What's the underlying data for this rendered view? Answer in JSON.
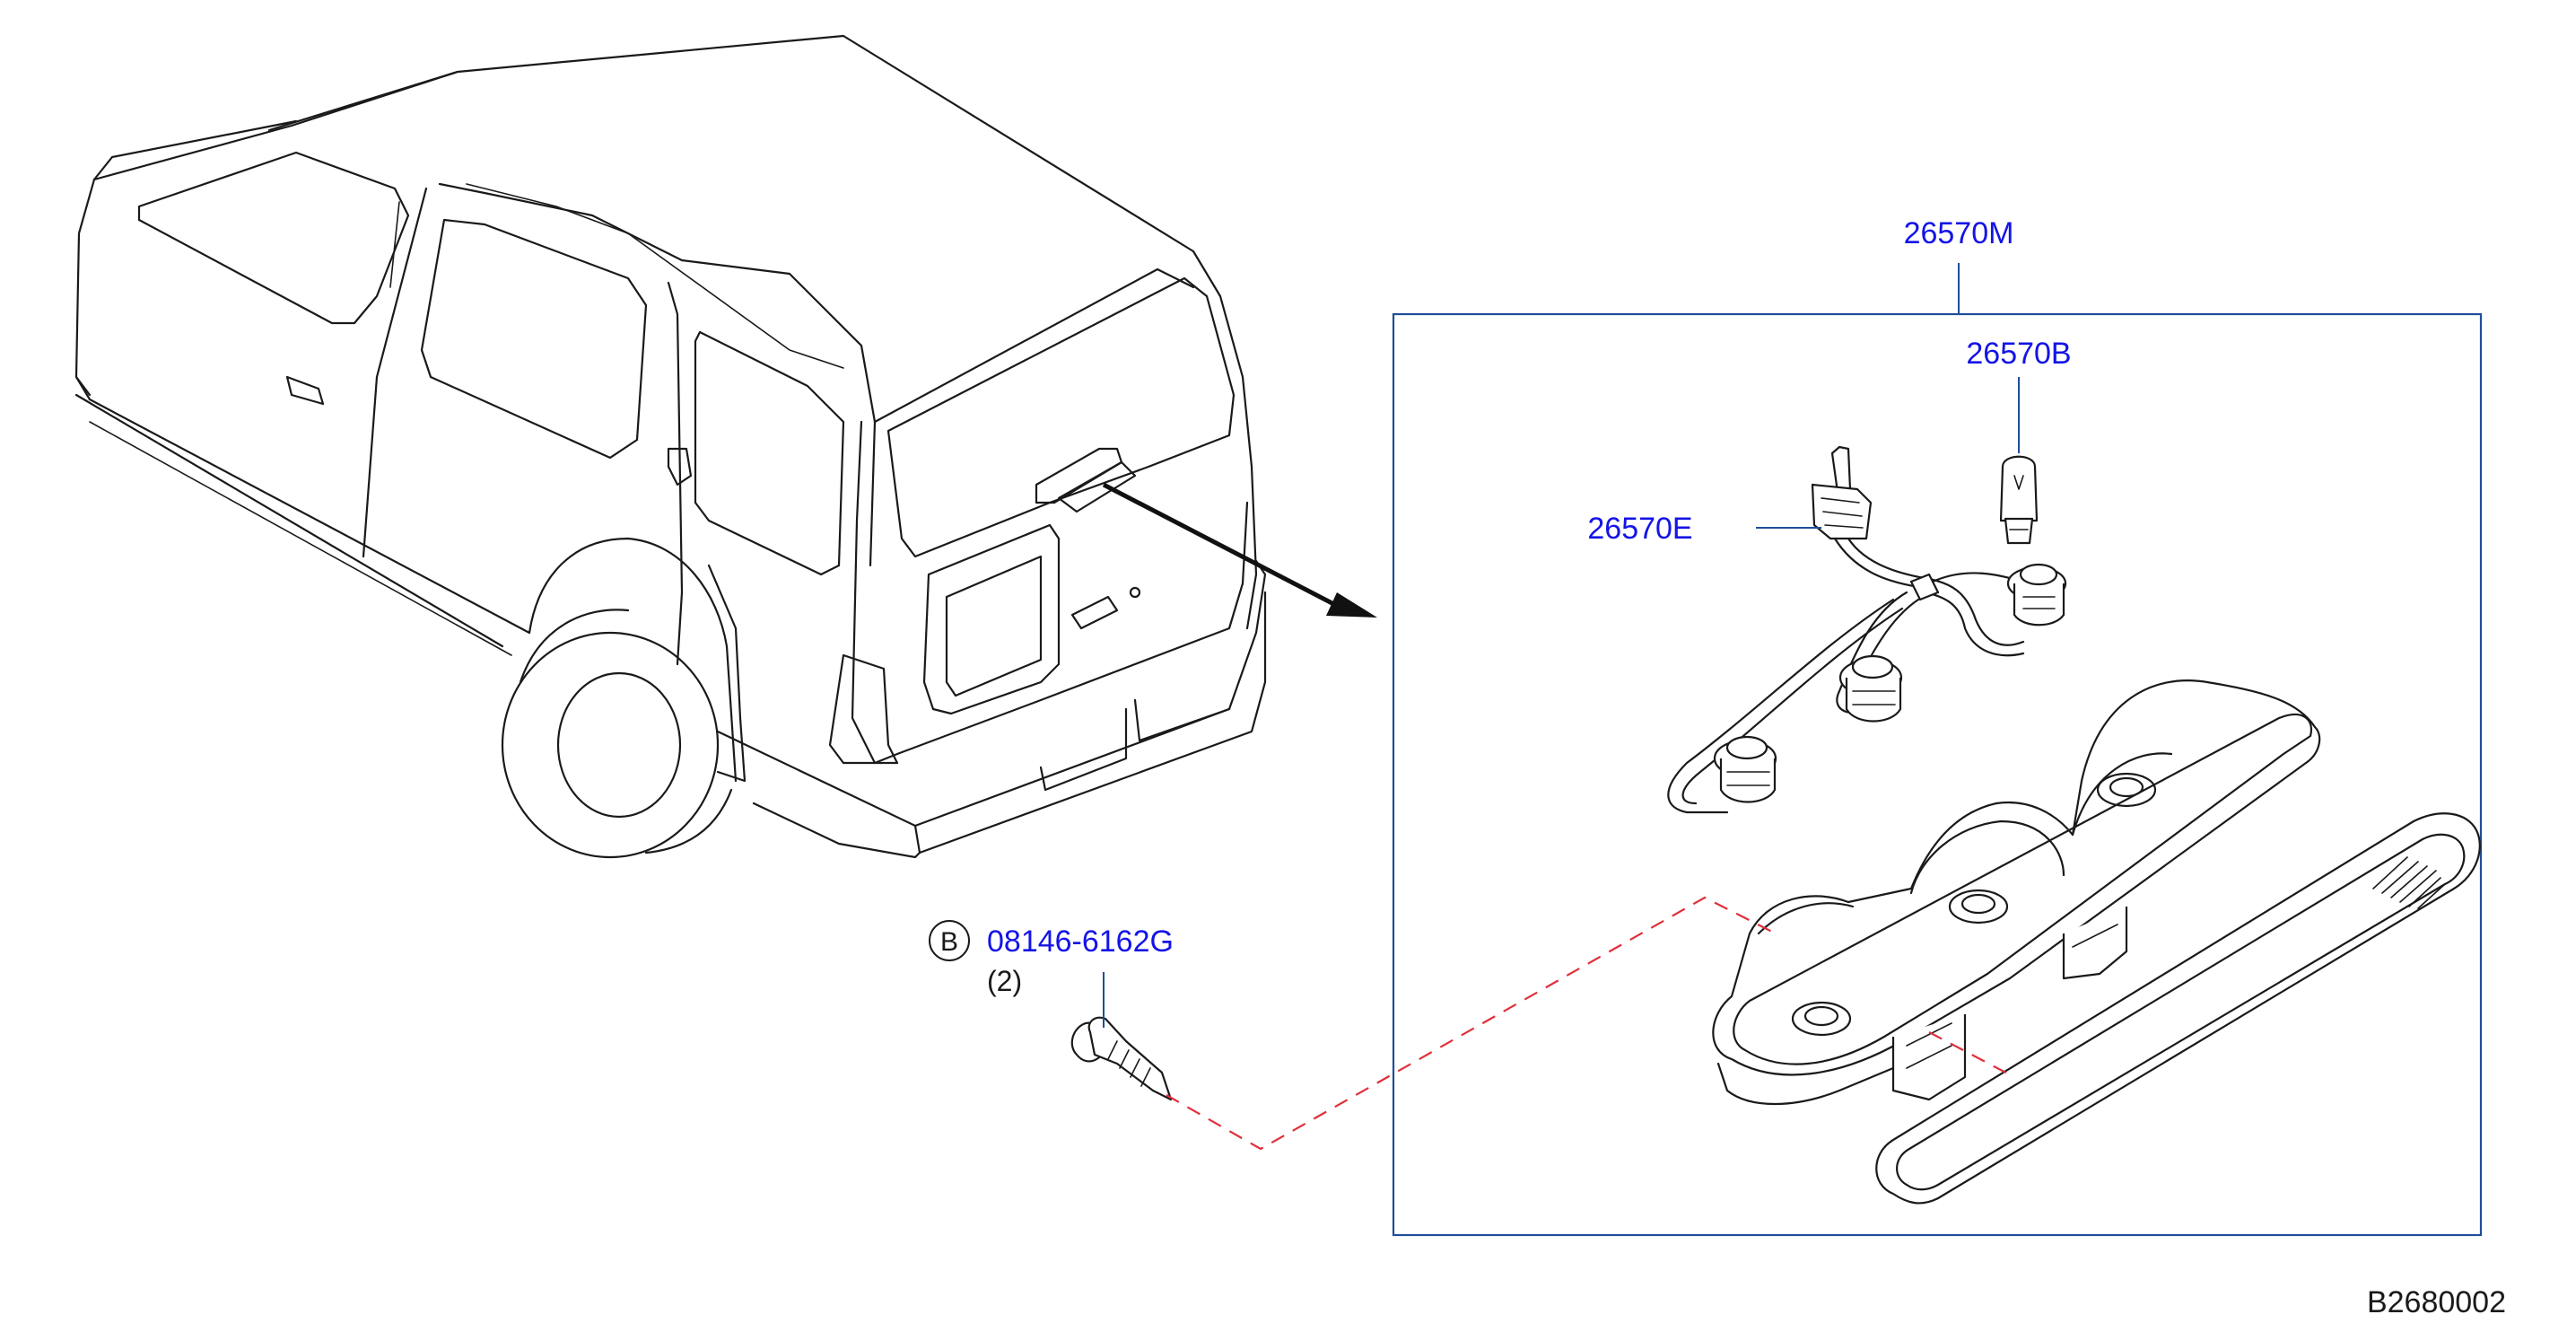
{
  "colors": {
    "part_number": "#1414e6",
    "leader_line": "#1f4e9a",
    "dashed_line": "#e0303a",
    "line_art": "#1a1a1a",
    "plain_text": "#1a1a1a"
  },
  "callouts": {
    "assembly": {
      "part_number": "26570M"
    },
    "bulb": {
      "part_number": "26570B"
    },
    "harness": {
      "part_number": "26570E"
    },
    "screw": {
      "circle_letter": "B",
      "part_number": "08146-6162G",
      "quantity": "(2)"
    }
  },
  "reference_code": "B2680002",
  "icons": [
    "vehicle-rear-view-drawing",
    "high-mount-stop-lamp-body",
    "lamp-lens-cover",
    "bulb-socket-harness",
    "wedge-bulb",
    "screw"
  ]
}
